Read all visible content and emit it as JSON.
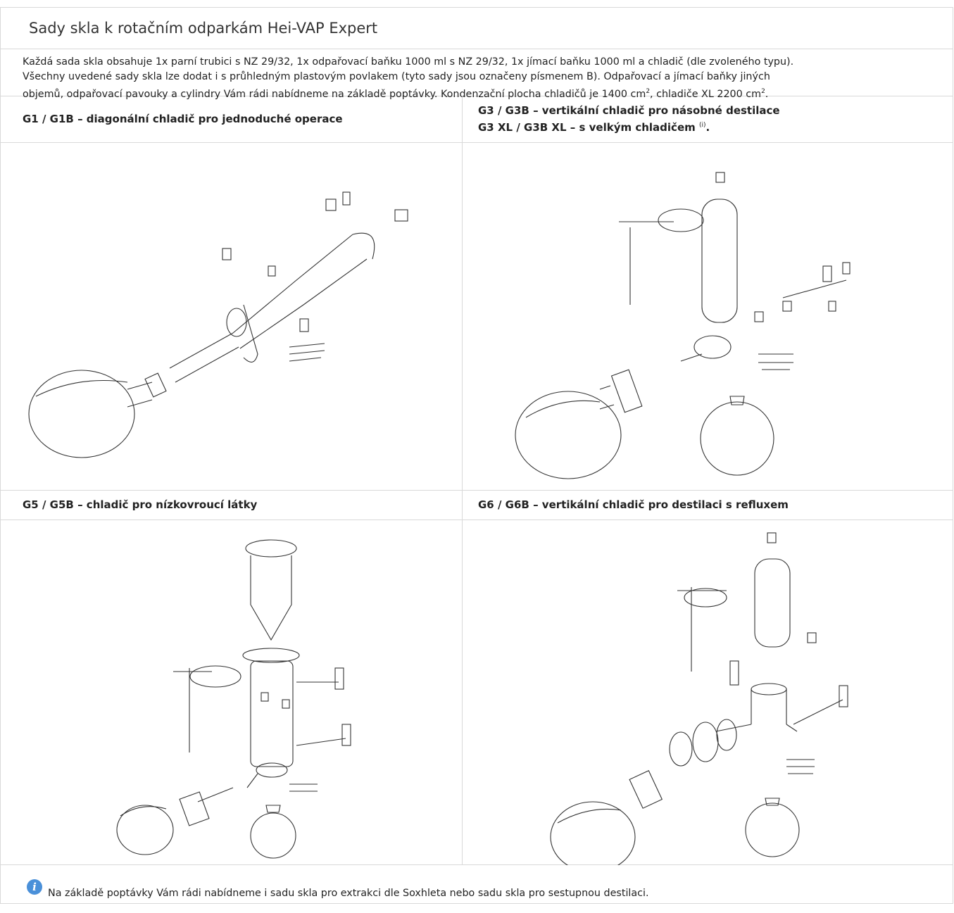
{
  "title": "Sady skla k rotačním odparkám Hei-VAP Expert",
  "intro": {
    "line1": "Každá sada skla obsahuje 1x parní trubici s NZ 29/32, 1x odpařovací baňku 1000 ml s NZ 29/32, 1x jímací baňku 1000 ml a chladič (dle zvoleného typu).",
    "line2": "Všechny uvedené sady skla lze dodat i s průhledným plastovým povlakem (tyto sady jsou označeny písmenem B). Odpařovací a jímací baňky jiných",
    "line3a": "objemů, odpařovací pavouky a cylindry Vám rádi nabídneme na základě poptávky. Kondenzační plocha chladičů je 1400 cm",
    "sup1": "2",
    "line3b": ", chladiče XL 2200 cm",
    "sup2": "2",
    "line3c": "."
  },
  "sets": {
    "g1": "G1 / G1B – diagonální chladič pro jednoduché operace",
    "g3_line1": "G3 / G3B – vertikální chladič pro násobné destilace",
    "g3_line2": "G3 XL / G3B XL – s velkým chladičem",
    "g3_sup": "(i)",
    "g3_end": ".",
    "g5": "G5 / G5B – chladič pro nízkovroucí látky",
    "g6": "G6 / G6B – vertikální chladič pro destilaci s refluxem"
  },
  "note": "Na základě poptávky Vám rádi nabídneme i sadu skla pro extrakci dle Soxhleta nebo sadu skla pro sestupnou destilaci.",
  "icons": {
    "info": "info-icon"
  },
  "colors": {
    "border": "#d9d9d9",
    "info": "#4a90d9"
  }
}
